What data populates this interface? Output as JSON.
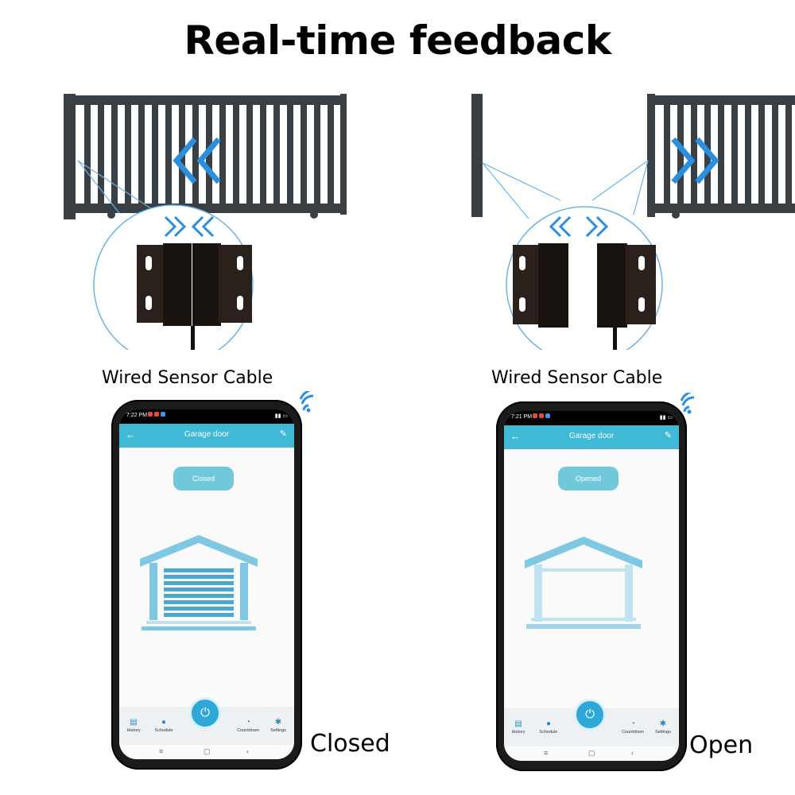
{
  "title": "Real-time feedback",
  "left": {
    "cable_label": "Wired Sensor Cable",
    "state_label": "Closed",
    "phone": {
      "time": "7:22 PM",
      "app_title": "Garage door",
      "status": "Closed",
      "nav": [
        "History",
        "Schedule",
        "Countdown",
        "Settings"
      ]
    }
  },
  "right": {
    "cable_label": "Wired Sensor Cable",
    "state_label": "Open",
    "phone": {
      "time": "7:21 PM",
      "app_title": "Garage door",
      "status": "Opened",
      "nav": [
        "History",
        "Schedule",
        "Countdown",
        "Settings"
      ]
    }
  },
  "colors": {
    "accent": "#3fb9d6",
    "arrow": "#2b8fe0",
    "gate": "#3a3f44"
  },
  "icons": [
    "back-arrow-icon",
    "edit-icon",
    "power-icon",
    "history-icon",
    "schedule-icon",
    "countdown-icon",
    "settings-icon",
    "wifi-signal-icon"
  ]
}
